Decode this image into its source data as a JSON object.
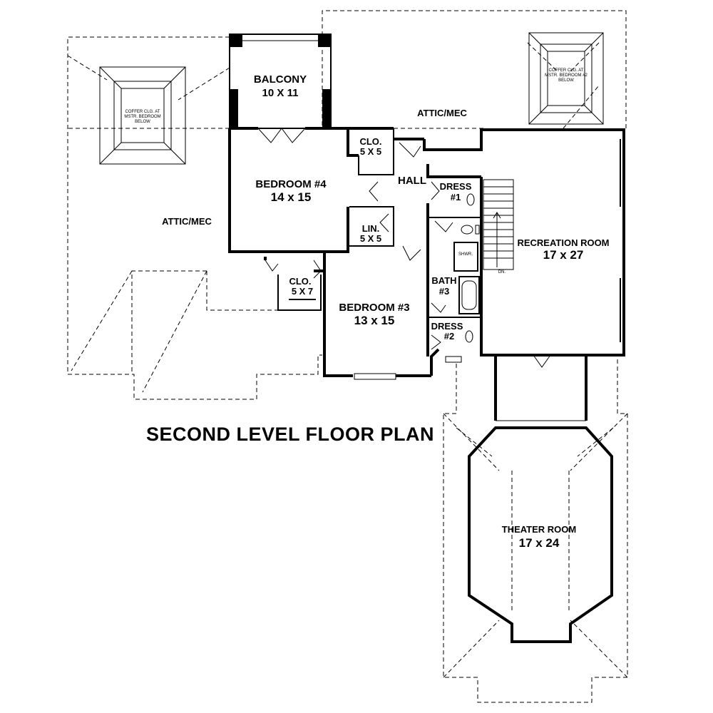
{
  "plan_title": "SECOND LEVEL FLOOR PLAN",
  "rooms": {
    "balcony": {
      "name": "BALCONY",
      "size": "10 X 11"
    },
    "bedroom4": {
      "name": "BEDROOM #4",
      "size": "14 x 15"
    },
    "closet_top": {
      "name": "CLO.",
      "size": "5 X 5"
    },
    "linen": {
      "name": "LIN.",
      "size": "5 X 5"
    },
    "hall": {
      "name": "HALL"
    },
    "dress1": {
      "name": "DRESS",
      "number": "#1"
    },
    "dress2": {
      "name": "DRESS",
      "number": "#2"
    },
    "bath3": {
      "name": "BATH",
      "number": "#3"
    },
    "closet_bottom": {
      "name": "CLO.",
      "size": "5 X 7"
    },
    "bedroom3": {
      "name": "BEDROOM #3",
      "size": "13 x 15"
    },
    "recreation": {
      "name": "RECREATION ROOM",
      "size": "17 x 27"
    },
    "theater": {
      "name": "THEATER ROOM",
      "size": "17 x 24"
    },
    "attic_top": {
      "name": "ATTIC/MEC"
    },
    "attic_left": {
      "name": "ATTIC/MEC"
    }
  },
  "notes": {
    "coffer_left": [
      "COFFER CLG. AT",
      "MSTR. BEDROOM",
      "BELOW"
    ],
    "coffer_right": [
      "COFFER CLG. AT",
      "MSTR. BEDROOM #2",
      "BELOW"
    ],
    "stair_dn": "DN.",
    "shower": "SHWR."
  }
}
